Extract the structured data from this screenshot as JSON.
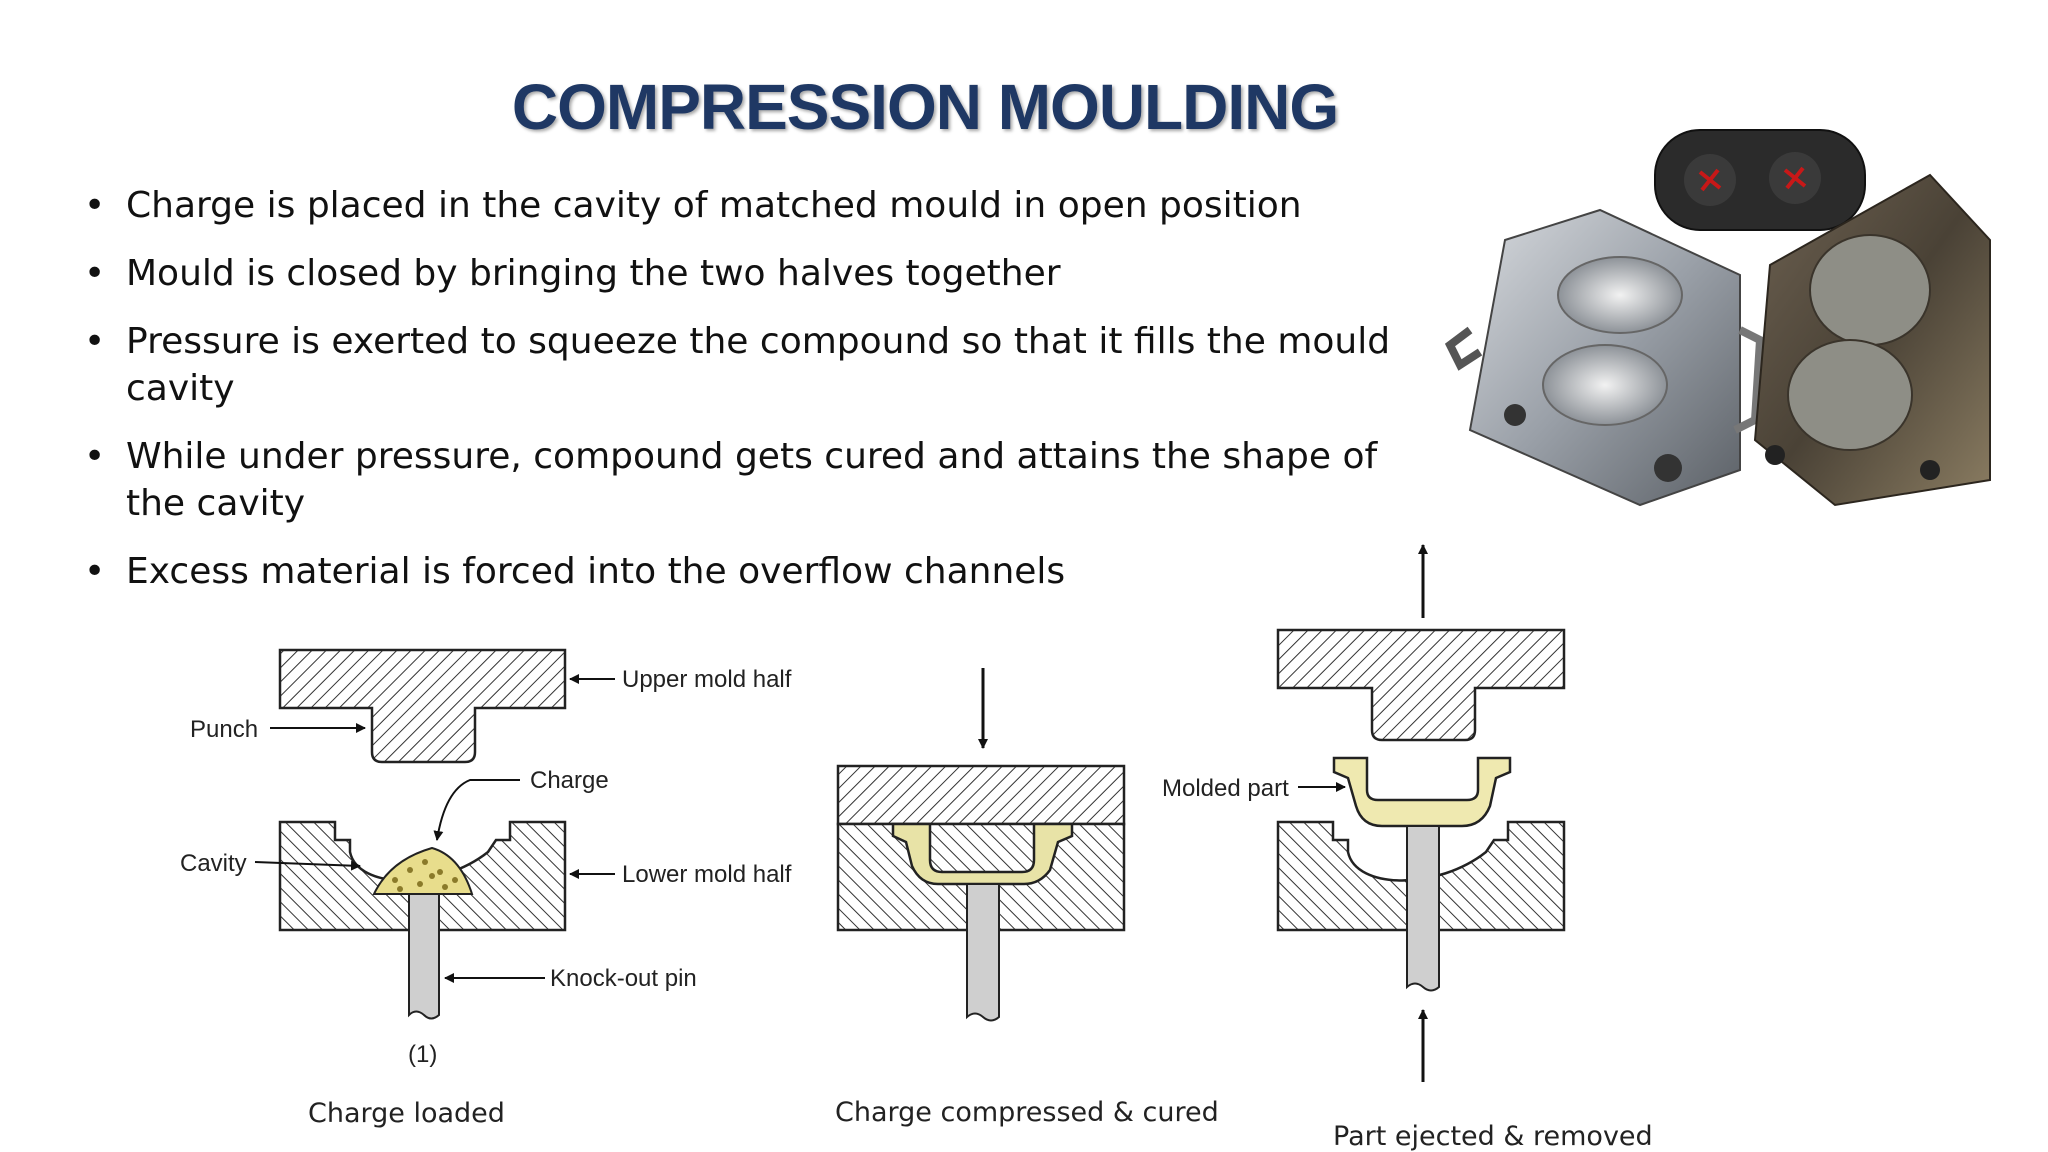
{
  "slide": {
    "title": "COMPRESSION MOULDING",
    "bullets": [
      "Charge is placed in the cavity of matched mould in open position",
      "Mould is closed by bringing the two halves together",
      "Pressure is exerted to squeeze the compound so that it fills the mould cavity",
      "While under pressure, compound gets cured and attains the shape of the cavity",
      "Excess material is forced into the overflow channels"
    ]
  },
  "diagram": {
    "labels": {
      "upper_mold_half": "Upper mold half",
      "punch": "Punch",
      "charge": "Charge",
      "cavity": "Cavity",
      "lower_mold_half": "Lower mold half",
      "knock_out_pin": "Knock-out pin",
      "step_number": "(1)",
      "molded_part": "Molded part"
    },
    "captions": {
      "step1": "Charge loaded",
      "step2": "Charge compressed & cured",
      "step3": "Part ejected & removed"
    }
  },
  "colors": {
    "title": "#1f3864",
    "charge_fill": "#e8dd8c",
    "part_fill": "#efe9b0",
    "pin_fill": "#cfcfcf"
  }
}
